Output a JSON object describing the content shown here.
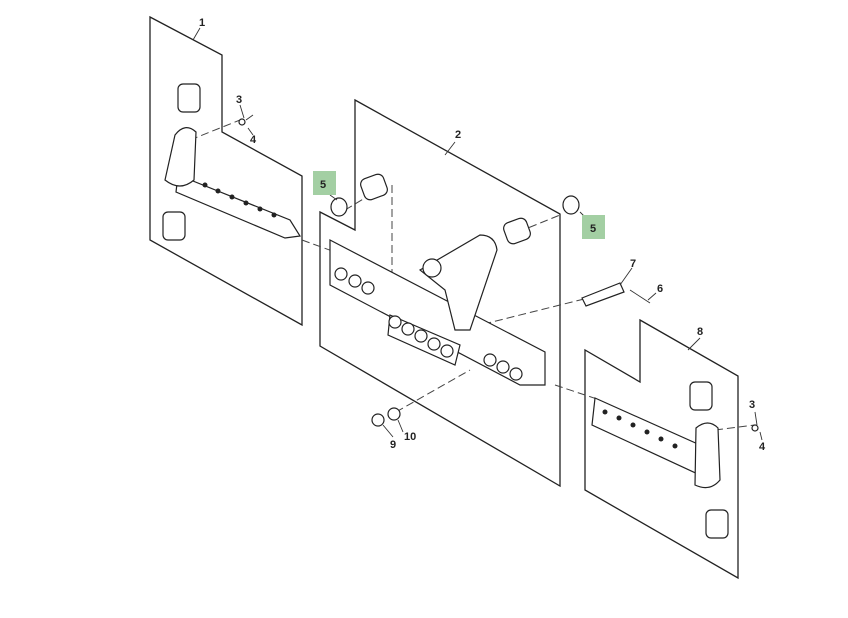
{
  "diagram": {
    "callouts": {
      "p1": "1",
      "p2": "2",
      "p3a": "3",
      "p4a": "4",
      "p5a": "5",
      "p5b": "5",
      "p6": "6",
      "p7": "7",
      "p8": "8",
      "p3b": "3",
      "p4b": "4",
      "p9": "9",
      "p10": "10"
    },
    "highlight_color": "#a3cfa3"
  }
}
